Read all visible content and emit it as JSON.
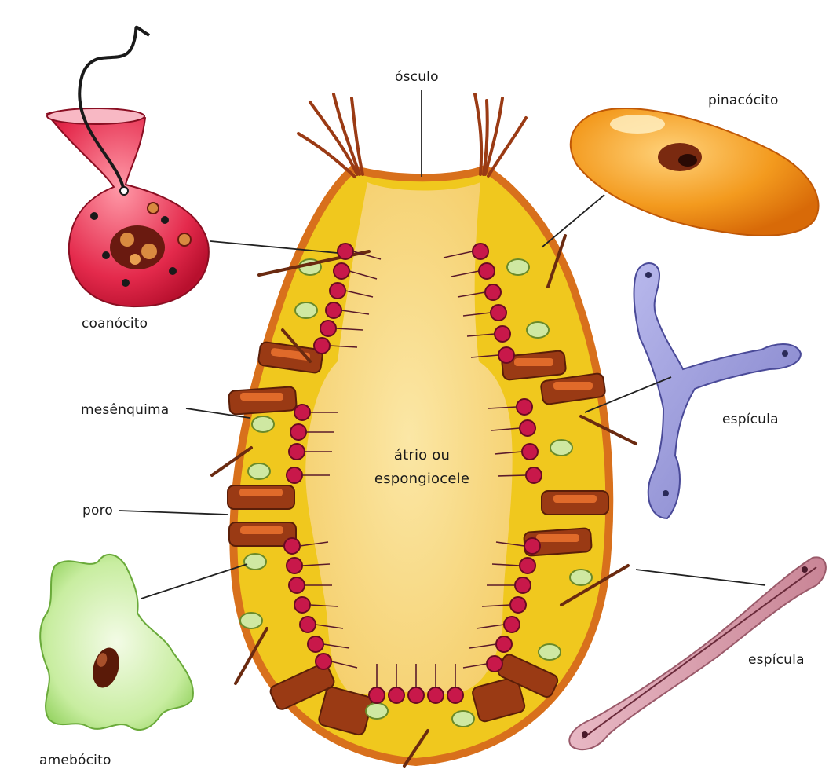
{
  "labels": {
    "osculo": "ósculo",
    "pinacocito": "pinacócito",
    "coanocito": "coanócito",
    "mesenquima": "mesênquima",
    "espicula_triaxon": "espícula",
    "atrio_line1": "átrio ou",
    "atrio_line2": "espongiocele",
    "poro": "poro",
    "espicula_monaxon": "espícula",
    "amebocito": "amebócito"
  },
  "colors": {
    "atrium": "#f7d98a",
    "body_wall": "#f0c81e",
    "choanocyte": "#c8184a",
    "porocyte": "#9a3a14",
    "pinacocyte": "#f08a14",
    "spicule_triaxon": "#8e8ed2",
    "spicule_monaxon": "#d9a2b0",
    "amebocyte": "#9ed66a",
    "choanocyte_detail": "#e0486a",
    "leader_line": "#222222"
  }
}
